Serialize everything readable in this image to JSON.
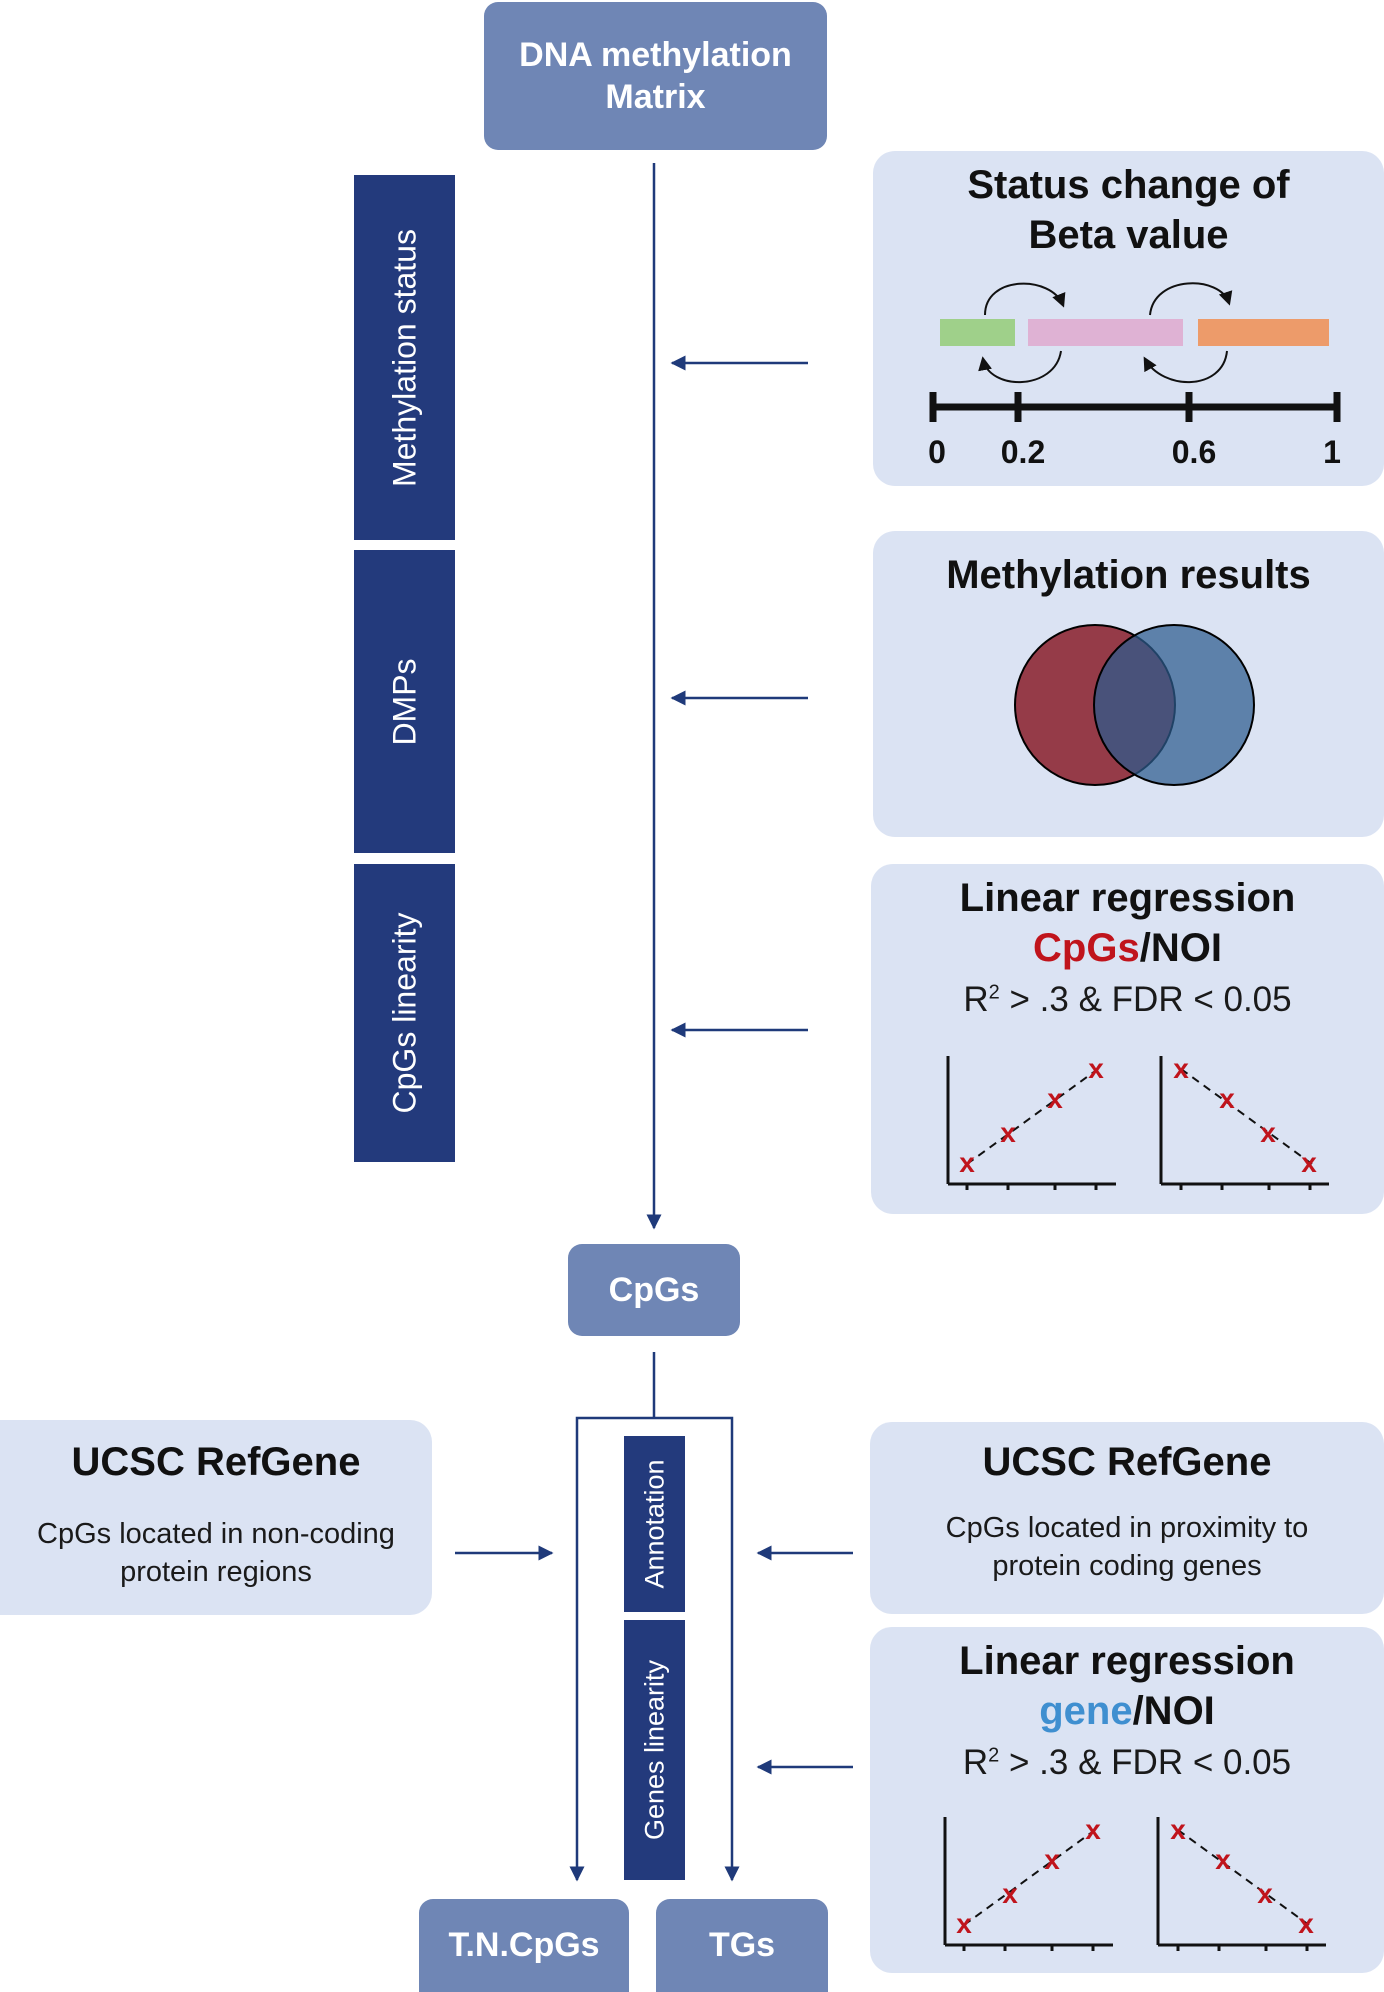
{
  "nodes": {
    "dna_matrix_line1": "DNA methylation",
    "dna_matrix_line2": "Matrix",
    "cpgs": "CpGs",
    "tn_cpgs": "T.N.CpGs",
    "tgs": "TGs"
  },
  "steps": {
    "methylation_status": "Methylation status",
    "dmps": "DMPs",
    "cpgs_linearity": "CpGs linearity",
    "annotation": "Annotation",
    "genes_linearity": "Genes linearity"
  },
  "panels": {
    "status_change": {
      "title_line1": "Status change of",
      "title_line2": "Beta value",
      "segment_colors": [
        "#9fd08a",
        "#dfb2d4",
        "#ed9b6a"
      ],
      "ticks": [
        "0",
        "0.2",
        "0.6",
        "1"
      ]
    },
    "methylation_results": {
      "title": "Methylation results",
      "circle_colors": [
        "#953b48",
        "#2d5b8d"
      ]
    },
    "linear_regression_cpgs": {
      "title": "Linear regression",
      "sub_highlight": "CpGs",
      "sub_highlight_color": "#c0141c",
      "sub_rest": "/NOI",
      "criteria_prefix": "R",
      "criteria_sup": "2",
      "criteria_rest": " > .3 & FDR < 0.05",
      "marker": "x",
      "marker_color": "#c0141c"
    },
    "ucsc_left": {
      "title": "UCSC RefGene",
      "line1": "CpGs located in non-coding",
      "line2": "protein regions"
    },
    "ucsc_right": {
      "title": "UCSC RefGene",
      "line1": "CpGs located in proximity to",
      "line2": "protein coding genes"
    },
    "linear_regression_gene": {
      "title": "Linear regression",
      "sub_highlight": "gene",
      "sub_highlight_color": "#3f8fd0",
      "sub_rest": "/NOI",
      "criteria_prefix": "R",
      "criteria_sup": "2",
      "criteria_rest": " > .3 & FDR < 0.05",
      "marker": "x",
      "marker_color": "#c0141c"
    }
  },
  "colors": {
    "node": "#6f86b5",
    "step_bar": "#233a7c",
    "panel": "#dbe3f3",
    "flow_line": "#1f3a7a"
  }
}
